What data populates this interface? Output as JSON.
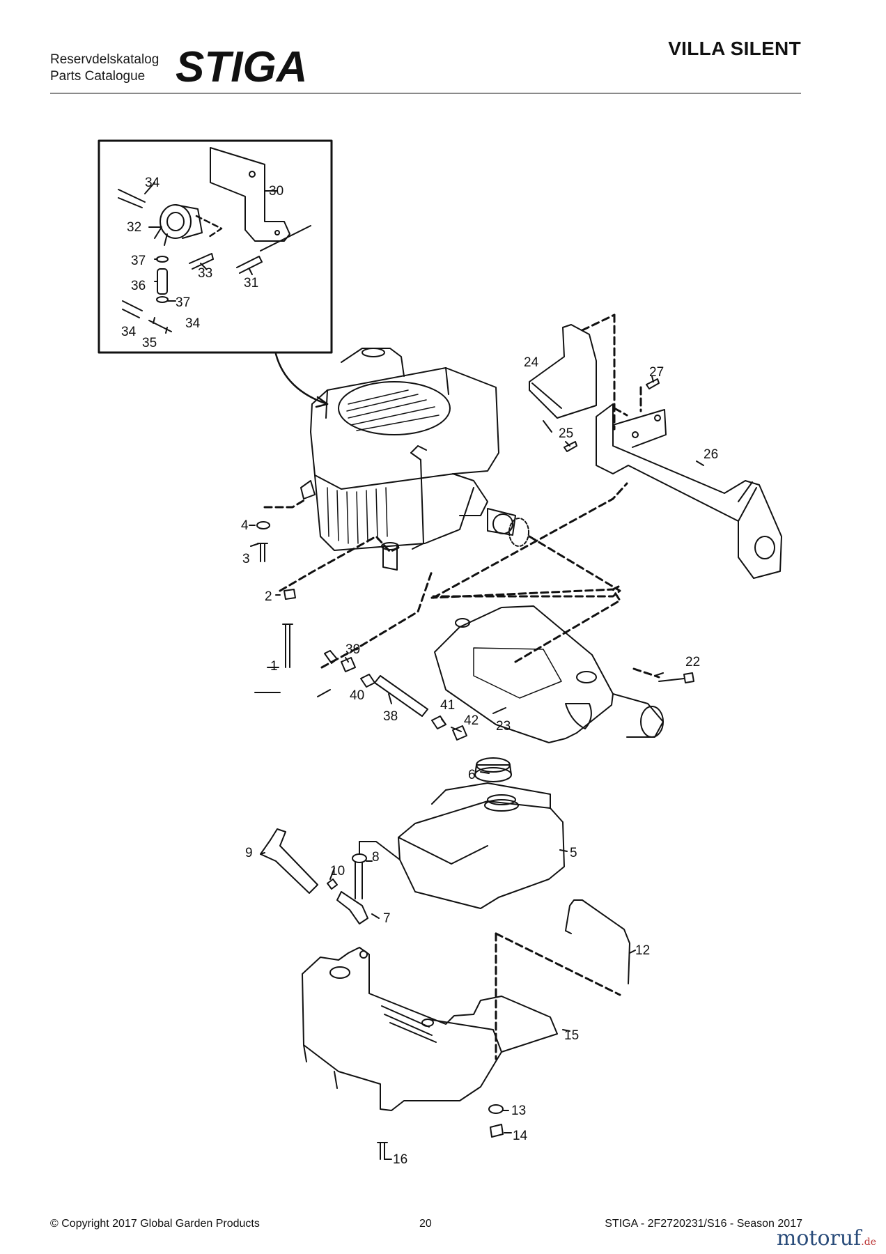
{
  "header": {
    "catalog_line1": "Reservdelskatalog",
    "catalog_line2": "Parts Catalogue",
    "brand": "STIGA",
    "model": "VILLA SILENT"
  },
  "callouts": {
    "p1": "1",
    "p2": "2",
    "p3": "3",
    "p4": "4",
    "p5": "5",
    "p6": "6",
    "p7": "7",
    "p8": "8",
    "p9": "9",
    "p10": "10",
    "p12": "12",
    "p13": "13",
    "p14": "14",
    "p15": "15",
    "p16": "16",
    "p22": "22",
    "p23": "23",
    "p24": "24",
    "p25": "25",
    "p26": "26",
    "p27": "27",
    "p30": "30",
    "p31": "31",
    "p32": "32",
    "p33": "33",
    "p34": "34",
    "p35": "35",
    "p36": "36",
    "p37": "37",
    "p38": "38",
    "p39": "39",
    "p40": "40",
    "p41": "41",
    "p42": "42"
  },
  "footer": {
    "copyright": "© Copyright 2017 Global Garden Products",
    "page_number": "20",
    "doc_ref": "STIGA - 2F2720231/S16 - Season 2017"
  },
  "watermark": {
    "text": "motoruf",
    "suffix": ".de"
  }
}
